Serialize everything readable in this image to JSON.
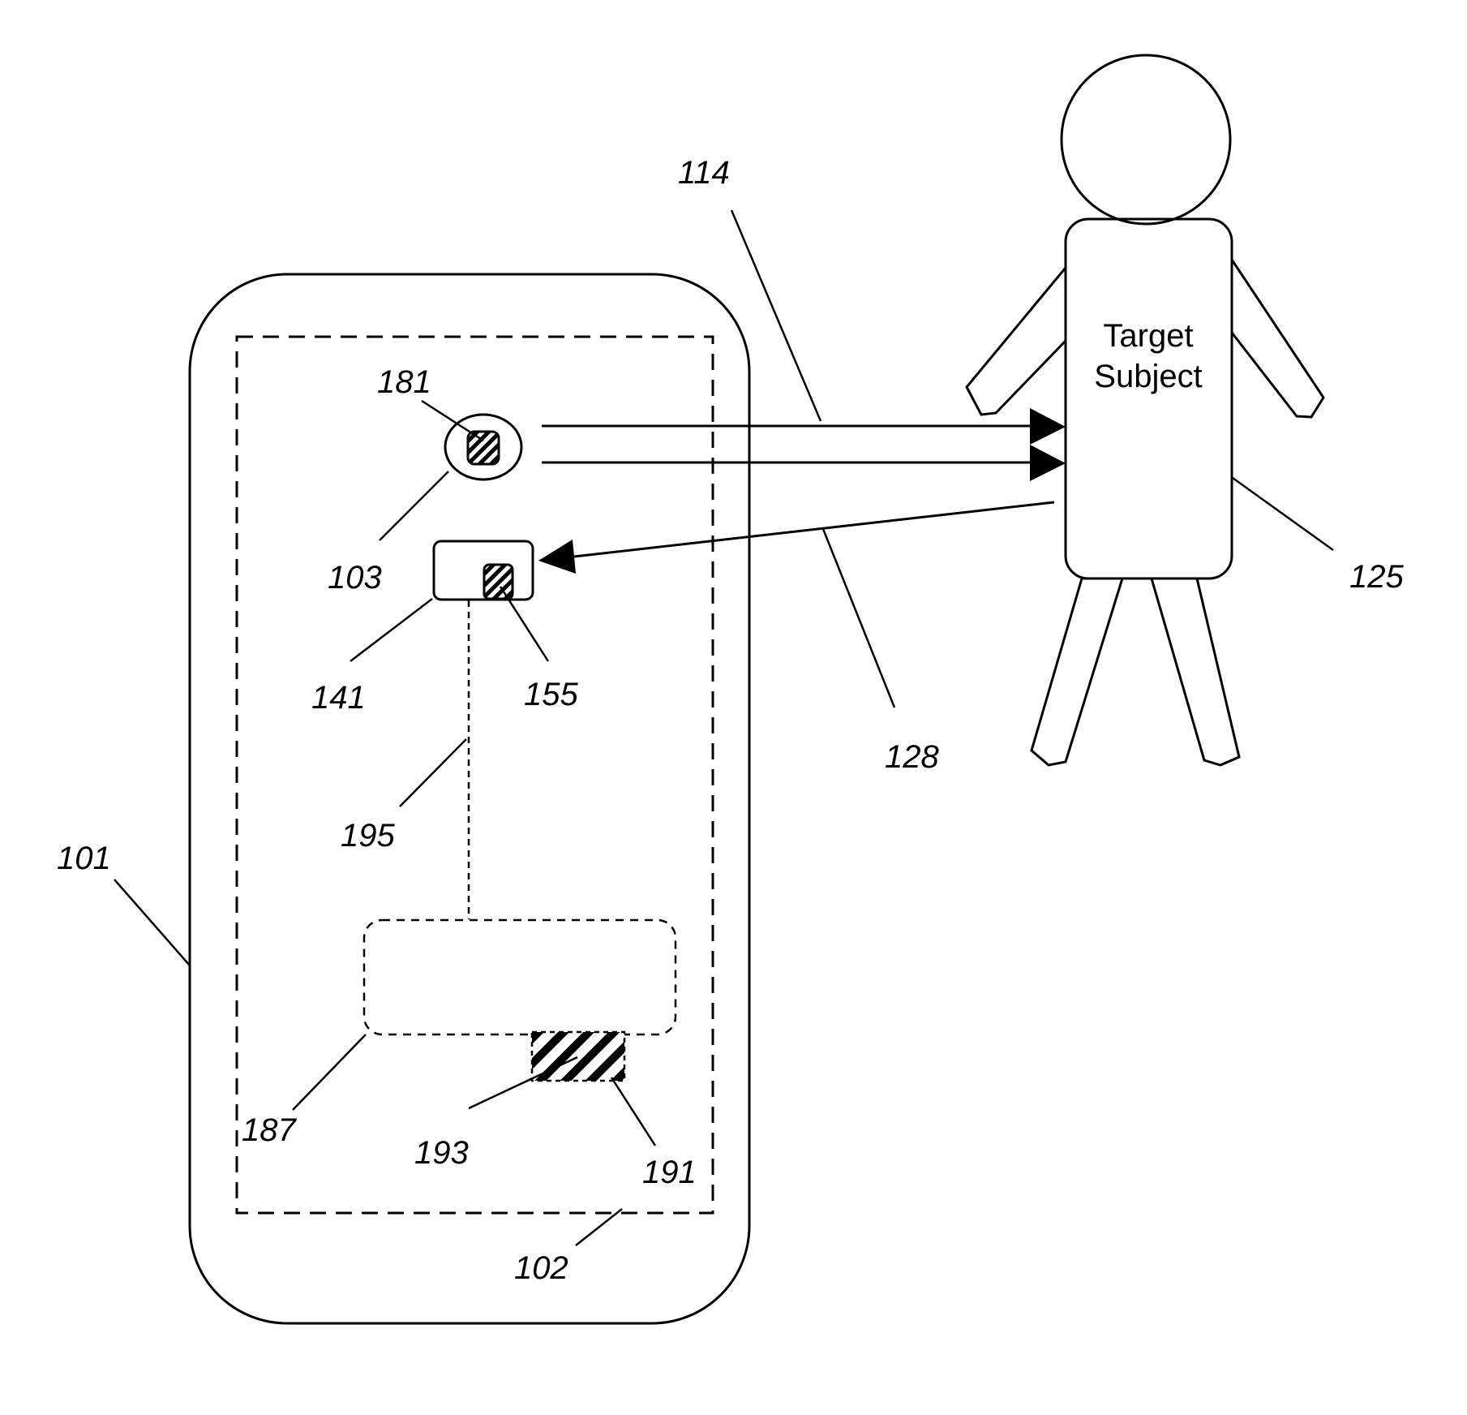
{
  "subject": {
    "line1": "Target",
    "line2": "Subject"
  },
  "labels": {
    "l101": "101",
    "l102": "102",
    "l103": "103",
    "l114": "114",
    "l125": "125",
    "l128": "128",
    "l141": "141",
    "l155": "155",
    "l181": "181",
    "l187": "187",
    "l191": "191",
    "l193": "193",
    "l195": "195"
  }
}
